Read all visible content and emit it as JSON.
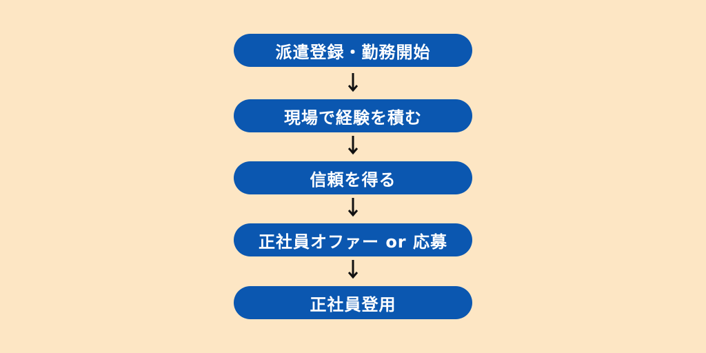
{
  "colors": {
    "background": "#FDE6C4",
    "step_fill": "#0B57B0",
    "step_text": "#FFFFFF",
    "arrow": "#111111"
  },
  "flow": {
    "steps": [
      {
        "label": "派遣登録・勤務開始"
      },
      {
        "label": "現場で経験を積む"
      },
      {
        "label": "信頼を得る"
      },
      {
        "label": "正社員オファー or 応募"
      },
      {
        "label": "正社員登用"
      }
    ],
    "connector_icon": "down-arrow-icon"
  }
}
